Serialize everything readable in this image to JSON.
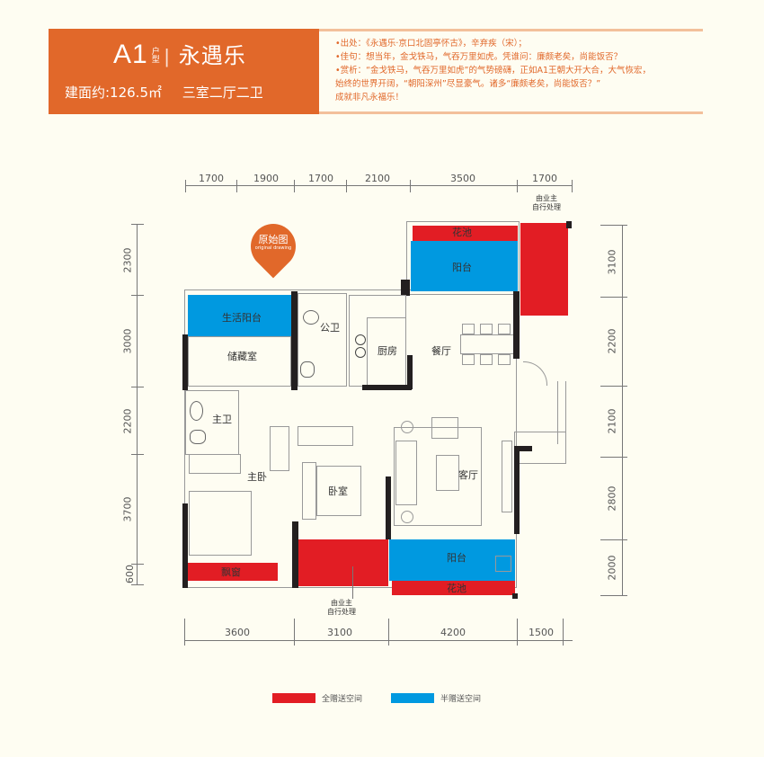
{
  "header": {
    "model": "A1",
    "model_suffix": "户型",
    "name": "永遇乐",
    "area_text": "建面约:126.5㎡",
    "layout": "三室二厅二卫",
    "accent_color": "#e1682a"
  },
  "description": {
    "lines": [
      "•出处：《永遇乐·京口北固亭怀古》，辛弃疾（宋）；",
      "•佳句：想当年，金戈铁马，气吞万里如虎。凭谁问：廉颇老矣，尚能饭否？",
      "•赏析：“金戈铁马，气吞万里如虎”的气势磅礴，正如A1王朝大开大合，大气恢宏，",
      "  始终的世界开阔，“朝阳深州”尽显豪气。诸多“廉颇老矣，尚能饭否？”",
      "  成就非凡永福乐！"
    ]
  },
  "marker": {
    "label": "原始图",
    "sub": "original drawing",
    "color": "#e1682a"
  },
  "dimensions": {
    "top": [
      "1700",
      "1900",
      "1700",
      "2100",
      "3500",
      "1700"
    ],
    "bottom": [
      "3600",
      "3100",
      "4200",
      "1500"
    ],
    "left": [
      "2300",
      "3000",
      "2200",
      "3700",
      "600"
    ],
    "right": [
      "3100",
      "2200",
      "2100",
      "2800",
      "2000"
    ]
  },
  "rooms": {
    "garden_top": "花池",
    "balcony_top": "阳台",
    "service_balcony": "生活阳台",
    "storage": "储藏室",
    "public_bath": "公卫",
    "kitchen": "厨房",
    "dining": "餐厅",
    "master_bath": "主卫",
    "master_bedroom": "主卧",
    "bedroom": "卧室",
    "living": "客厅",
    "bay_window": "飘窗",
    "balcony_bottom": "阳台",
    "garden_bottom": "花池",
    "note_top": "由业主\n自行处理",
    "note_bottom": "由业主\n自行处理"
  },
  "legend": [
    {
      "label": "全赠送空间",
      "color": "#e21d24"
    },
    {
      "label": "半赠送空间",
      "color": "#0099e0"
    }
  ]
}
